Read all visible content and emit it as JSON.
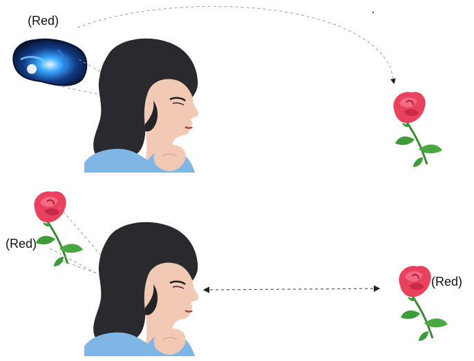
{
  "labels": {
    "top_thought": "(Red)",
    "bottom_left_rose": "(Red)",
    "bottom_right_rose": "(Red)"
  },
  "colors": {
    "background": "#ffffff",
    "hair": "#2a2a2e",
    "skin": "#f2c9b5",
    "shirt": "#7fb6e6",
    "rose": "#e8425f",
    "rose_dark": "#b51f3c",
    "leaf": "#3f9b3a",
    "dashes": "#9a9a9a",
    "brain_dark": "#0b1a3c",
    "brain_bright": "#38a8ff"
  },
  "icons": {
    "brain_scan": "brain-scan-icon",
    "woman_portrait": "woman-portrait-icon",
    "rose": "rose-icon"
  }
}
